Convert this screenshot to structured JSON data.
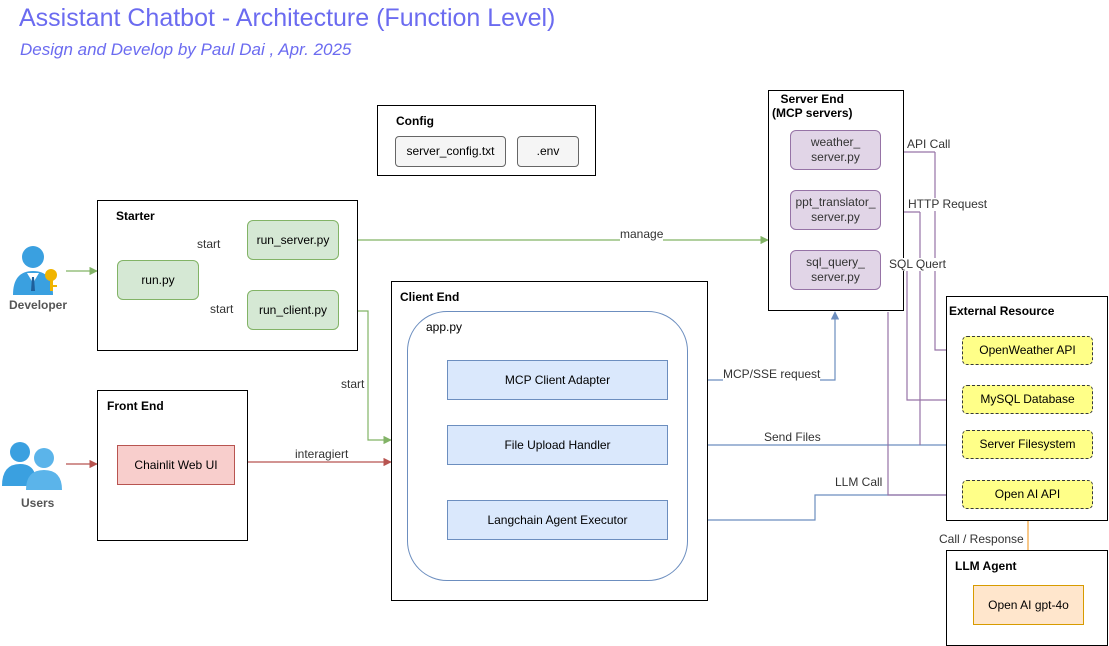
{
  "header": {
    "title": "Assistant Chatbot - Architecture (Function Level)",
    "subtitle": "Design and Develop by Paul Dai , Apr. 2025"
  },
  "config": {
    "title": "Config",
    "files": [
      "server_config.txt",
      ".env"
    ]
  },
  "starter": {
    "title": "Starter",
    "run": "run.py",
    "run_server": "run_server.py",
    "run_client": "run_client.py"
  },
  "server_end": {
    "title": "Server End\n(MCP servers)",
    "servers": [
      "weather_\nserver.py",
      "ppt_translator_\nserver.py",
      "sql_query_\nserver.py"
    ]
  },
  "client_end": {
    "title": "Client End",
    "app": "app.py",
    "components": [
      "MCP Client Adapter",
      "File Upload Handler",
      "Langchain Agent Executor"
    ]
  },
  "front_end": {
    "title": "Front End",
    "ui": "Chainlit Web UI"
  },
  "external": {
    "title": "External Resource",
    "resources": [
      "OpenWeather API",
      "MySQL Database",
      "Server Filesystem",
      "Open AI API"
    ]
  },
  "llm_agent": {
    "title": "LLM Agent",
    "model": "Open AI gpt-4o"
  },
  "actors": {
    "developer": "Developer",
    "users": "Users"
  },
  "edge_labels": {
    "start_server": "start",
    "start_client": "start",
    "manage": "manage",
    "start_app": "start",
    "interact": "interagiert",
    "mcp_request": "MCP/SSE request",
    "send_files": "Send Files",
    "llm_call": "LLM Call",
    "api_call": "API Call",
    "http_request": "HTTP Request",
    "sql_query": "SQL Quert",
    "call_response": "Call / Response"
  },
  "colors": {
    "title": "#6b6bf0",
    "green_edge": "#82b366",
    "blue_edge": "#6c8ebf",
    "purple_edge": "#9673a6",
    "red_edge": "#b85450",
    "orange_edge": "#f2a33a",
    "actor_icon": "#3aa0e0"
  }
}
